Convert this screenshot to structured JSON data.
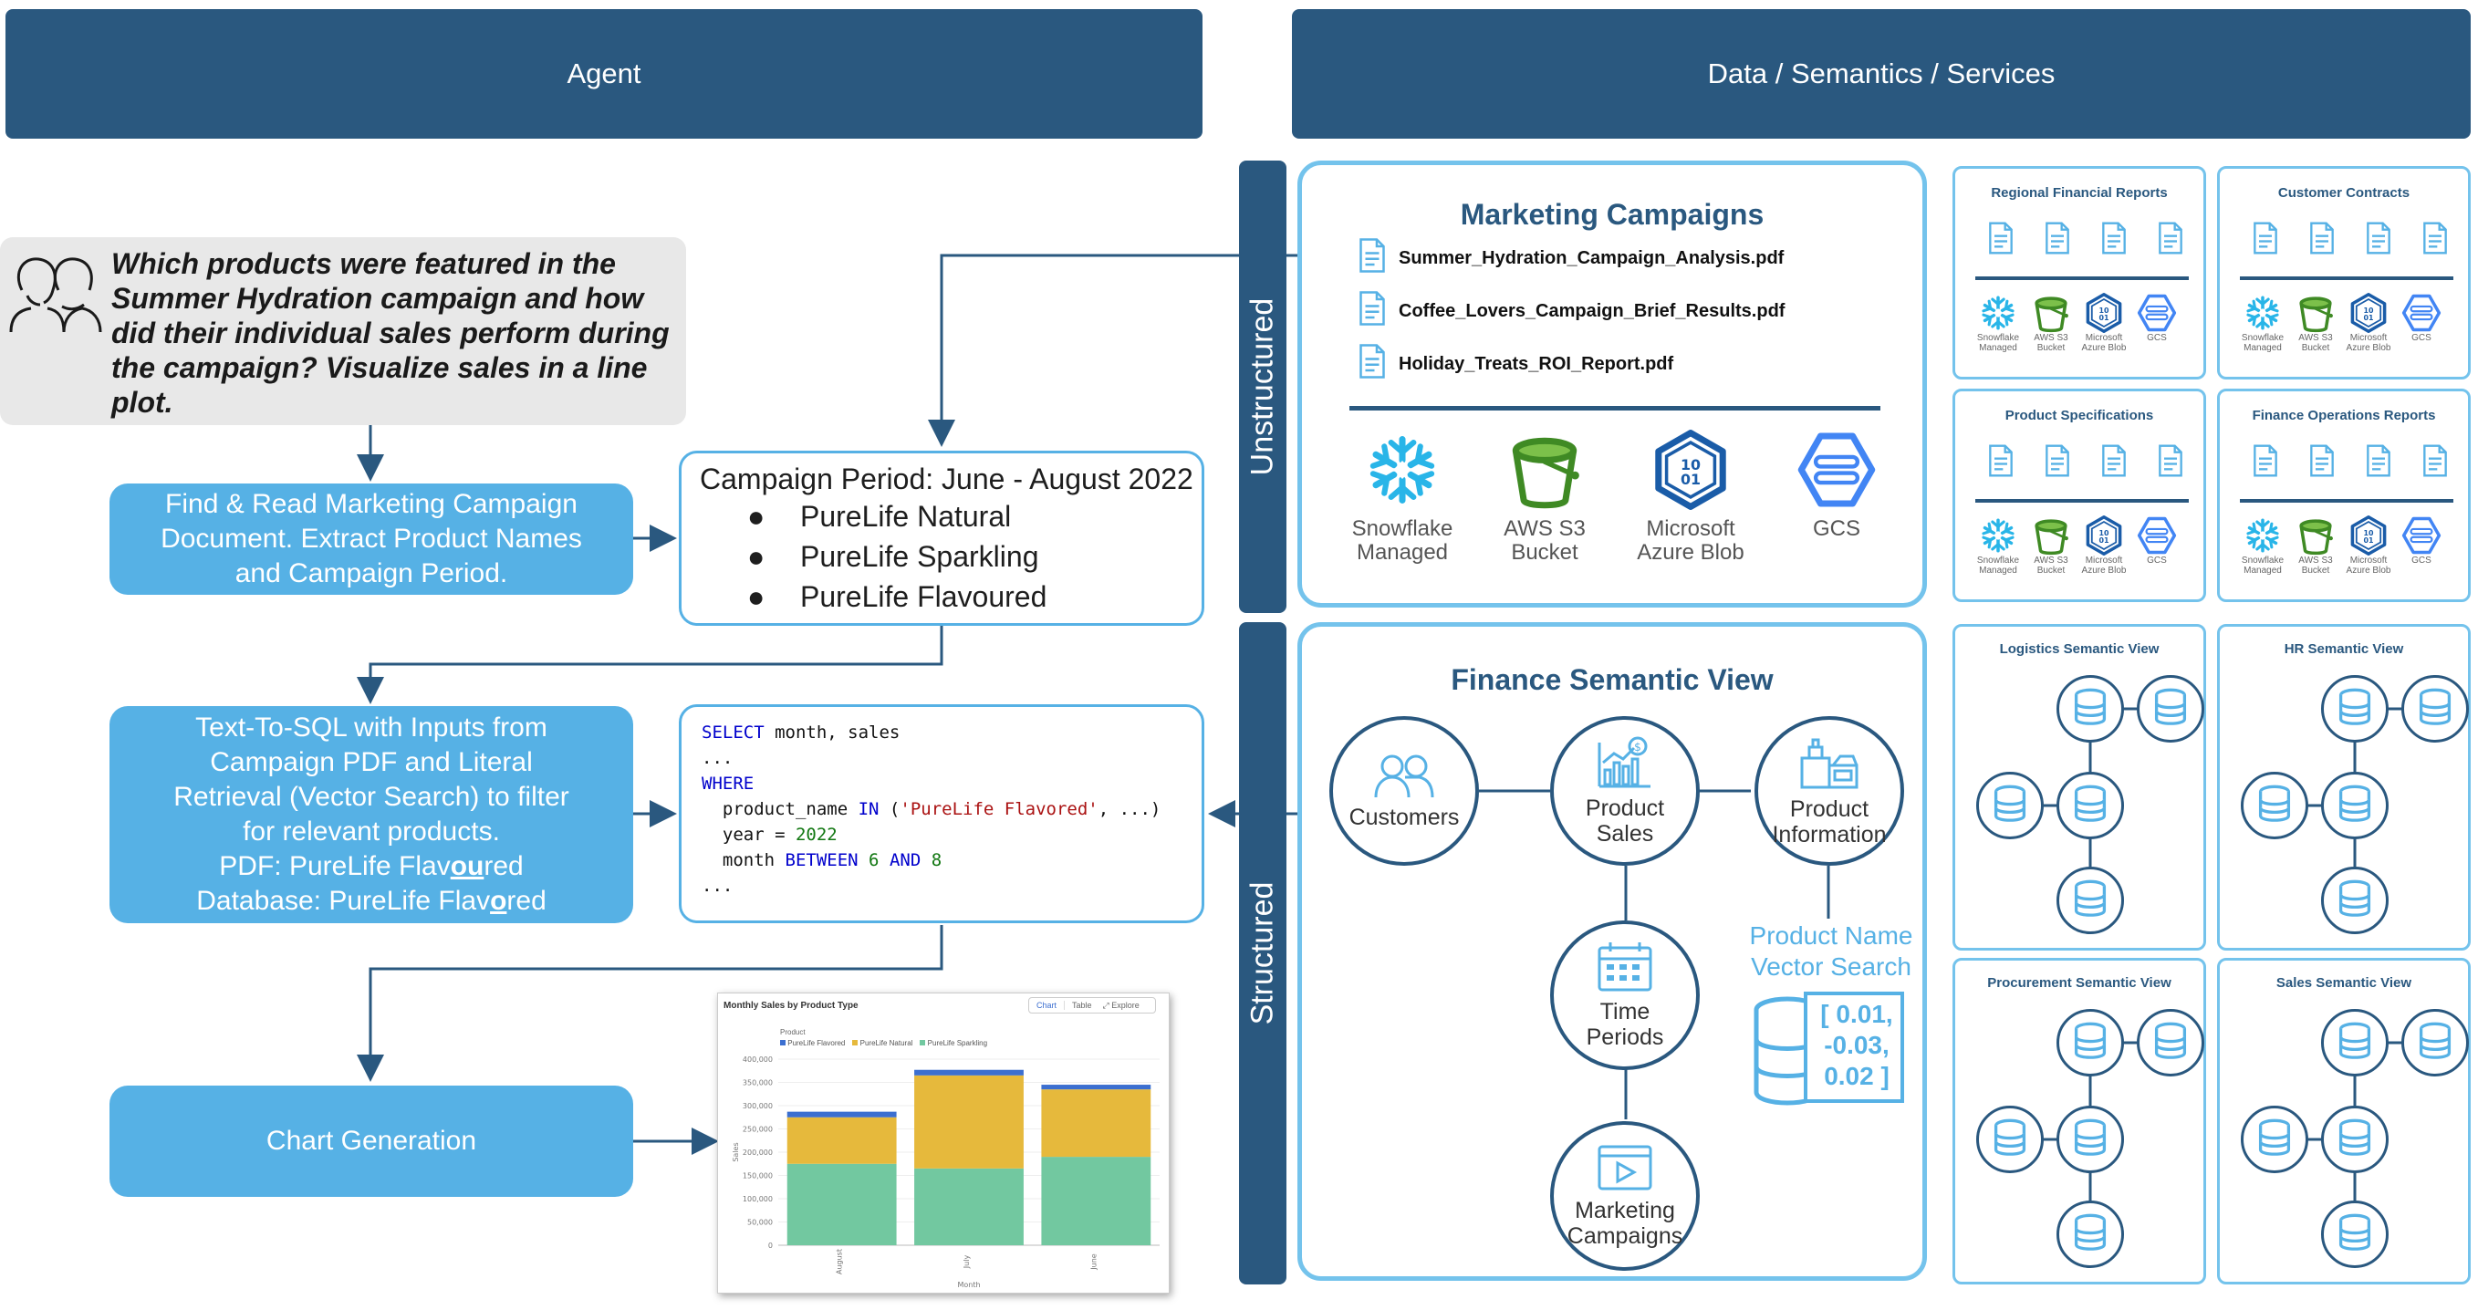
{
  "banners": {
    "agent": "Agent",
    "data": "Data / Semantics / Services",
    "unstructured": "Unstructured",
    "structured": "Structured"
  },
  "question": {
    "text": "Which products were featured in the Summer Hydration campaign and how did their individual sales perform during the campaign? Visualize sales in a line plot."
  },
  "steps": {
    "find_read": "Find & Read Marketing Campaign Document. Extract Product Names and Campaign Period.",
    "text_to_sql": {
      "line1": "Text-To-SQL with Inputs from",
      "line2": "Campaign PDF and Literal",
      "line3": "Retrieval (Vector Search) to filter",
      "line4": "for relevant products.",
      "pdf_prefix": "PDF: PureLife Flav",
      "pdf_hl": "ou",
      "pdf_suffix": "red",
      "db_prefix": "Database: PureLife Flav",
      "db_hl": "o",
      "db_suffix": "red"
    },
    "chart_generation": "Chart Generation"
  },
  "campaign_output": {
    "period": "Campaign Period: June - August 2022",
    "bullet": "●",
    "products": [
      "PureLife Natural",
      "PureLife Sparkling",
      "PureLife Flavoured"
    ]
  },
  "sql": {
    "select": "SELECT",
    "select_cols": " month, sales",
    "ellipsis": "...",
    "where": "WHERE",
    "cond1_pre": "  product_name ",
    "in": "IN",
    "cond1_str": "'PureLife Flavored'",
    "cond1_post": ", ...)",
    "cond1_open": " (",
    "cond2_pre": "  year = ",
    "cond2_num": "2022",
    "cond3_pre": "  month ",
    "between": "BETWEEN",
    "cond3_a": "6",
    "and": "AND",
    "cond3_b": "8"
  },
  "chart_thumb": {
    "title": "Monthly Sales by Product Type",
    "tab_chart": "Chart",
    "tab_table": "Table",
    "explore": "Explore",
    "legend_title": "Product",
    "ylabel": "Sales",
    "xlabel": "Month"
  },
  "chart_data": {
    "type": "bar",
    "title": "Monthly Sales by Product Type",
    "xlabel": "Month",
    "ylabel": "Sales",
    "categories": [
      "August",
      "July",
      "June"
    ],
    "ylim": [
      0,
      400000
    ],
    "yticks": [
      "0",
      "50,000",
      "100,000",
      "150,000",
      "200,000",
      "250,000",
      "300,000",
      "350,000",
      "400,000"
    ],
    "stacked": true,
    "series": [
      {
        "name": "PureLife Sparkling",
        "color": "#72c8a0",
        "values": [
          175000,
          165000,
          190000
        ]
      },
      {
        "name": "PureLife Natural",
        "color": "#e6b93c",
        "values": [
          100000,
          200000,
          145000
        ]
      },
      {
        "name": "PureLife Flavored",
        "color": "#3c6fd0",
        "values": [
          12000,
          12000,
          10000
        ]
      }
    ]
  },
  "marketing": {
    "title": "Marketing Campaigns",
    "files": [
      "Summer_Hydration_Campaign_Analysis.pdf",
      "Coffee_Lovers_Campaign_Brief_Results.pdf",
      "Holiday_Treats_ROI_Report.pdf"
    ],
    "storage": [
      {
        "line1": "Snowflake",
        "line2": "Managed"
      },
      {
        "line1": "AWS S3",
        "line2": "Bucket"
      },
      {
        "line1": "Microsoft",
        "line2": "Azure Blob"
      },
      {
        "line1": "GCS",
        "line2": ""
      }
    ]
  },
  "finance": {
    "title": "Finance Semantic View",
    "customers": "Customers",
    "product_sales": {
      "line1": "Product",
      "line2": "Sales"
    },
    "product_info": {
      "line1": "Product",
      "line2": "Information"
    },
    "time_periods": {
      "line1": "Time",
      "line2": "Periods"
    },
    "marketing_campaigns": {
      "line1": "Marketing",
      "line2": "Campaigns"
    },
    "vector_search": {
      "line1": "Product Name",
      "line2": "Vector Search"
    },
    "vector": {
      "v1": "[ 0.01,",
      "v2": "-0.03,",
      "v3": "0.02 ]"
    }
  },
  "mini_unstructured": [
    {
      "title": "Regional Financial Reports"
    },
    {
      "title": "Customer Contracts"
    },
    {
      "title": "Product Specifications"
    },
    {
      "title": "Finance Operations Reports"
    }
  ],
  "mini_storage": [
    {
      "line1": "Snowflake",
      "line2": "Managed"
    },
    {
      "line1": "AWS S3",
      "line2": "Bucket"
    },
    {
      "line1": "Microsoft",
      "line2": "Azure Blob"
    },
    {
      "line1": "GCS",
      "line2": ""
    }
  ],
  "mini_structured": [
    {
      "title": "Logistics Semantic View"
    },
    {
      "title": "HR Semantic View"
    },
    {
      "title": "Procurement Semantic View"
    },
    {
      "title": "Sales Semantic View"
    }
  ],
  "colors": {
    "navy": "#2a587f",
    "step_blue": "#56b1e5",
    "panel_border": "#74c3ec",
    "question_bg": "#e8e8e8"
  }
}
